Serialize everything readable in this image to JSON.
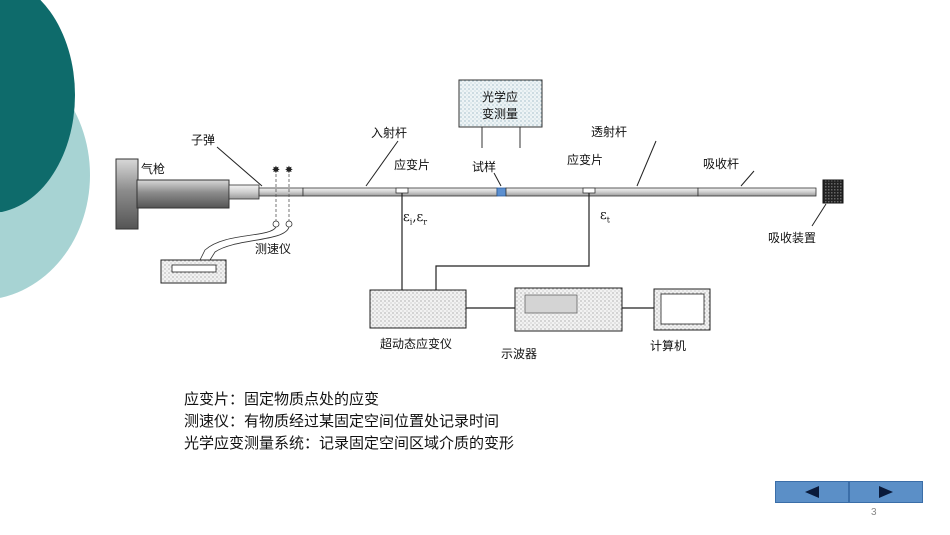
{
  "labels": {
    "optical_box_line1": "光学应",
    "optical_box_line2": "变测量",
    "gas_gun": "气枪",
    "bullet": "子弹",
    "incident_bar": "入射杆",
    "strain_gauge_1": "应变片",
    "specimen": "试样",
    "strain_gauge_2": "应变片",
    "transmission_bar": "透射杆",
    "absorption_bar": "吸收杆",
    "absorption_device": "吸收装置",
    "velocimeter": "测速仪",
    "super_dynamic_strain_meter": "超动态应变仪",
    "oscilloscope": "示波器",
    "computer": "计算机",
    "eps_symbol": "ε",
    "eps_i_sub": "i",
    "eps_sep": ",",
    "eps_r_sub": "r",
    "eps_t_sub": "t"
  },
  "notes": [
    "应变片：固定物质点处的应变",
    "测速仪：有物质经过某固定空间位置处记录时间",
    "光学应变测量系统：记录固定空间区域介质的变形"
  ],
  "nav": {
    "prev_icon": "left-triangle-icon",
    "next_icon": "right-triangle-icon"
  },
  "page_number": "3",
  "colors": {
    "teal_dark": "#0e6b6b",
    "teal_light": "#9dcfcf",
    "nav_blue": "#5b8fc7"
  }
}
